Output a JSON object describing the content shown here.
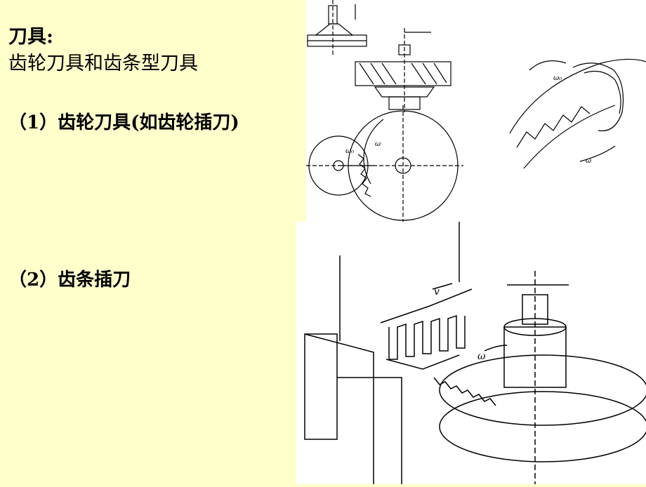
{
  "slide": {
    "title": "刀具:",
    "subtitle": "齿轮刀具和齿条型刀具",
    "item1": "（1）齿轮刀具(如齿轮插刀)",
    "item2": "（2）齿条插刀"
  },
  "figures": {
    "gear_shaper": {
      "omega0_a": "ω₀",
      "omega_a": "ω",
      "omega0_b": "ω₀",
      "omega_b": "ω"
    },
    "rack_shaper": {
      "v": "v",
      "omega": "ω"
    }
  },
  "colors": {
    "background": "#ffffcc",
    "figure_bg": "#ffffff",
    "ink": "#000000"
  }
}
